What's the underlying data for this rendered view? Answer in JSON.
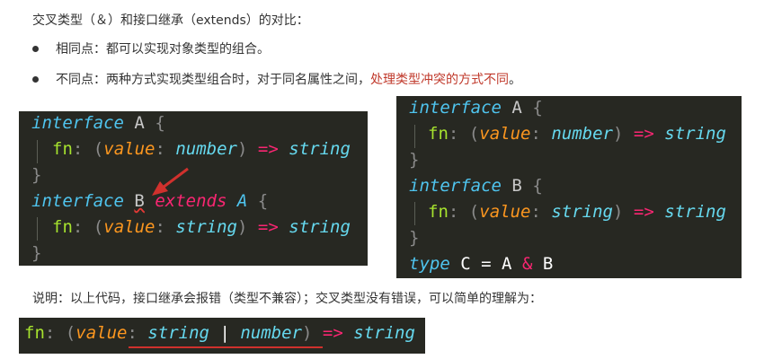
{
  "heading": "交叉类型（＆）和接口继承（extends）的对比：",
  "bullets": [
    {
      "text": "相同点：都可以实现对象类型的组合。"
    },
    {
      "text": "不同点：两种方式实现类型组合时，对于同名属性之间，",
      "highlight": "处理类型冲突的方式不同",
      "end": "。"
    }
  ],
  "code_left": {
    "l1": {
      "kw": "interface",
      "name": "A",
      "brace": "{"
    },
    "l2": {
      "fn": "fn",
      "colon": ":",
      "open": "(",
      "param": "value",
      "pcolon": ":",
      "ptype": "number",
      "close": ")",
      "arrow": "=>",
      "ret": "string"
    },
    "l3": {
      "brace": "}"
    },
    "l4": {
      "kw": "interface",
      "name": "B",
      "ext": "extends",
      "base": "A",
      "brace": "{"
    },
    "l5": {
      "fn": "fn",
      "colon": ":",
      "open": "(",
      "param": "value",
      "pcolon": ":",
      "ptype": "string",
      "close": ")",
      "arrow": "=>",
      "ret": "string"
    },
    "l6": {
      "brace": "}"
    }
  },
  "code_right": {
    "l1": {
      "kw": "interface",
      "name": "A",
      "brace": "{"
    },
    "l2": {
      "fn": "fn",
      "colon": ":",
      "open": "(",
      "param": "value",
      "pcolon": ":",
      "ptype": "number",
      "close": ")",
      "arrow": "=>",
      "ret": "string"
    },
    "l3": {
      "brace": "}"
    },
    "l4": {
      "kw": "interface",
      "name": "B",
      "brace": "{"
    },
    "l5": {
      "fn": "fn",
      "colon": ":",
      "open": "(",
      "param": "value",
      "pcolon": ":",
      "ptype": "string",
      "close": ")",
      "arrow": "=>",
      "ret": "string"
    },
    "l6": {
      "brace": "}"
    },
    "l7": {
      "kw": "type",
      "name": "C",
      "eq": "=",
      "a": "A",
      "amp": "&",
      "b": "B"
    }
  },
  "note": "说明：以上代码，接口继承会报错（类型不兼容）；交叉类型没有错误，可以简单的理解为：",
  "code_bottom": {
    "fn": "fn",
    "colon": ":",
    "open": "(",
    "param": "value",
    "pcolon": ":",
    "t1": "string",
    "bar": "|",
    "t2": "number",
    "close": ")",
    "arrow": "=>",
    "ret": "string"
  },
  "colors": {
    "code_bg": "#272822",
    "keyword": "#4fc4ee",
    "function": "#a6e22e",
    "param": "#fd971f",
    "arrow": "#f92672",
    "highlight_text": "#c0392b",
    "annotation": "#d0312d"
  }
}
